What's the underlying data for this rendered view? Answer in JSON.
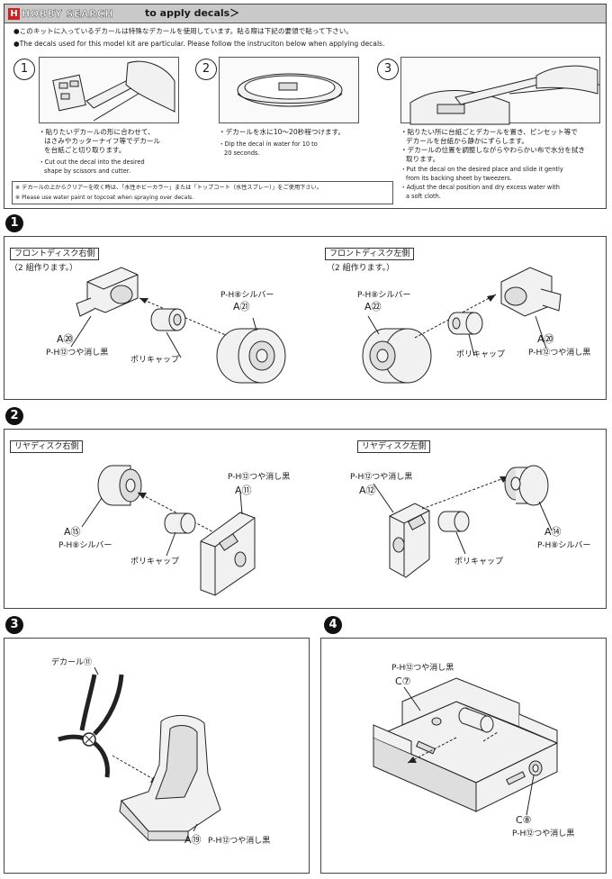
{
  "logo": {
    "text": "HOBBY SEARCH",
    "mark": "H"
  },
  "decal_section": {
    "title": "to apply decals＞",
    "intro_jp": "●このキットに入っているデカールは特殊なデカールを使用しています。貼る際は下記の要領で貼って下さい。",
    "intro_en": "●The decals used for this model kit are particular. Please follow the instruciton below when applying decals.",
    "steps": [
      {
        "num": "1",
        "jp_lines": [
          "・貼りたいデカールの形に合わせて、",
          "はさみやカッターナイフ等でデカール",
          "を台紙ごと切り取ります。"
        ],
        "en_lines": [
          "・Cut out the decal into the desired",
          "shape by scissors and cutter."
        ]
      },
      {
        "num": "2",
        "jp_lines": [
          "・デカールを水に10〜20秒程つけます。"
        ],
        "en_lines": [
          "・Dip the decal in water for 10 to",
          "20 seconds."
        ]
      },
      {
        "num": "3",
        "jp_lines": [
          "・貼りたい所に台紙ごとデカールを置き、ピンセット等で",
          "デカールを台紙から静かにずらします。",
          "・デカールの位置を調整しながらやわらかい布で水分を拭き",
          "取ります。"
        ],
        "en_lines": [
          "・Put the decal on the desired place and slide it gently",
          "from its backing sheet by tweezers.",
          "・Adjust the decal position and dry excess water with",
          "a soft cloth."
        ]
      }
    ],
    "note_jp": "※ デカールの上からクリアーを吹く時は、「水性ホビーカラー」または「トップコート（水性スプレー）」をご使用下さい。",
    "note_en": "※ Please use water paint or topcoat when spraying over decals."
  },
  "step1": {
    "num": "1",
    "left": {
      "header": "フロントディスク右側",
      "note": "（2 組作ります。）",
      "part_a": "A⑳",
      "paint_a": "P-H⑫つや消し黒",
      "part_b": "A㉑",
      "paint_b": "P-H⑧シルバー",
      "polycap": "ポリキャップ"
    },
    "right": {
      "header": "フロントディスク左側",
      "note": "（2 組作ります。）",
      "part_a": "A㉒",
      "paint_a": "P-H⑧シルバー",
      "part_b": "A⑳",
      "paint_b": "P-H⑫つや消し黒",
      "polycap": "ポリキャップ"
    }
  },
  "step2": {
    "num": "2",
    "left": {
      "header": "リヤディスク右側",
      "part_a": "A⑪",
      "paint_a": "P-H⑫つや消し黒",
      "part_b": "A⑮",
      "paint_b": "P-H⑧シルバー",
      "polycap": "ポリキャップ"
    },
    "right": {
      "header": "リヤディスク左側",
      "part_a": "A⑫",
      "paint_a": "P-H⑫つや消し黒",
      "part_b": "A⑭",
      "paint_b": "P-H⑧シルバー",
      "polycap": "ポリキャップ"
    }
  },
  "step3": {
    "num": "3",
    "decal": "デカール⑪",
    "part": "A⑲",
    "paint": "P-H⑫つや消し黒"
  },
  "step4": {
    "num": "4",
    "part_top": "C⑦",
    "paint_top": "P-H⑫つや消し黒",
    "part_bottom": "C⑧",
    "paint_bottom": "P-H⑫つや消し黒"
  }
}
